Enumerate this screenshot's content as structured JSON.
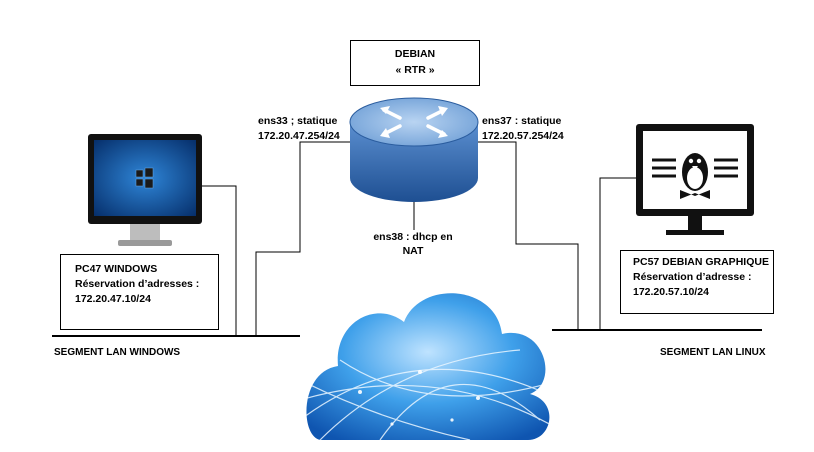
{
  "router": {
    "name": "DEBIAN",
    "subtitle": "« RTR »",
    "iface_left": {
      "name": "ens33 ; statique",
      "ip": "172.20.47.254/24"
    },
    "iface_right": {
      "name": "ens37 : statique",
      "ip": "172.20.57.254/24"
    },
    "iface_bottom": {
      "line1": "ens38 : dhcp en",
      "line2": "NAT"
    }
  },
  "pc_windows": {
    "name": "PC47 WINDOWS",
    "reservation": "Réservation d’adresses :",
    "ip": "172.20.47.10/24"
  },
  "pc_linux": {
    "name": "PC57 DEBIAN GRAPHIQUE",
    "reservation": "Réservation d’adresse :",
    "ip": "172.20.57.10/24"
  },
  "segments": {
    "windows": "SEGMENT LAN WINDOWS",
    "linux": "SEGMENT LAN LINUX"
  },
  "colors": {
    "router_body": "#3a6fb5",
    "router_top": "#8db4e0",
    "monitor_screen": "#0d4f9c",
    "cloud": "#2e86de"
  },
  "icons": {
    "router": "router-icon",
    "windows_monitor": "windows-monitor-icon",
    "linux_monitor": "linux-monitor-icon",
    "cloud": "cloud-icon"
  }
}
